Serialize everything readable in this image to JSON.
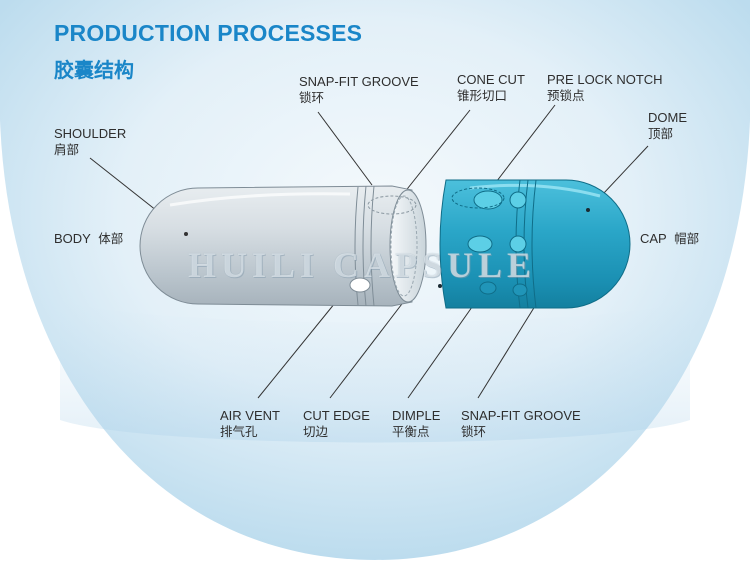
{
  "header": {
    "title_en": "PRODUCTION PROCESSES",
    "title_cn": "胶囊结构"
  },
  "labels": {
    "shoulder": {
      "en": "SHOULDER",
      "cn": "肩部"
    },
    "snap_fit_groove_top": {
      "en": "SNAP-FIT GROOVE",
      "cn": "锁环"
    },
    "cone_cut": {
      "en": "CONE CUT",
      "cn": "锥形切口"
    },
    "pre_lock_notch": {
      "en": "PRE LOCK NOTCH",
      "cn": "预锁点"
    },
    "dome": {
      "en": "DOME",
      "cn": "顶部"
    },
    "body": {
      "en": "BODY",
      "cn": "体部"
    },
    "cap": {
      "en": "CAP",
      "cn": "帽部"
    },
    "air_vent": {
      "en": "AIR VENT",
      "cn": "排气孔"
    },
    "cut_edge": {
      "en": "CUT EDGE",
      "cn": "切边"
    },
    "dimple": {
      "en": "DIMPLE",
      "cn": "平衡点"
    },
    "snap_fit_groove_bottom": {
      "en": "SNAP-FIT GROOVE",
      "cn": "锁环"
    }
  },
  "watermark": "HUILI CAPSULE",
  "colors": {
    "accent": "#1a86c8",
    "cap": "#2aa4c4",
    "body": "#c7d0d6",
    "background_bubble": "#d9ebf6"
  }
}
